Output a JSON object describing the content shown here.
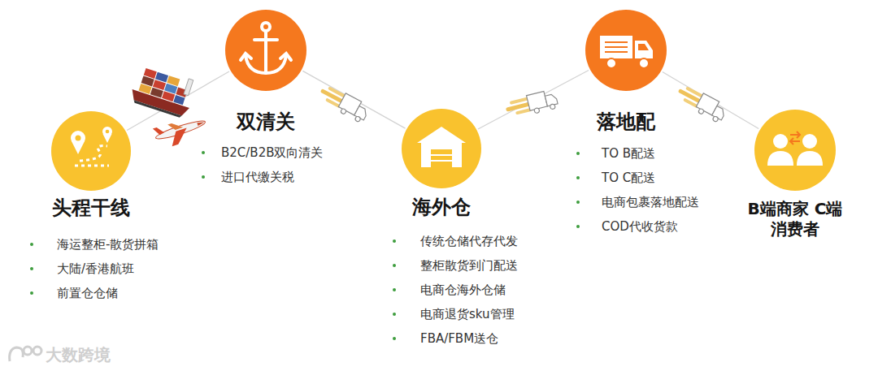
{
  "diagram": {
    "nodes": [
      {
        "text": [
          "头程干线",
          "海运整柜-散货拼箱",
          "大陆/香港航班",
          "前置仓仓储"
        ]
      },
      {
        "text": [
          "双清关",
          "B2C/B2B双向清关",
          "进口代缴关税"
        ]
      },
      {
        "text": [
          "海外仓",
          "传统仓储代存代发",
          "整柜散货到门配送",
          "电商仓海外仓储",
          "电商退货sku管理",
          "FBA/FBM送仓"
        ]
      },
      {
        "text": [
          "落地配",
          "TO B配送",
          "TO C配送",
          "电商包裹落地配送",
          "COD代收货款"
        ]
      },
      {
        "text": [
          "B端商家 C端消费者"
        ]
      }
    ],
    "edges": [
      {
        "from": 0,
        "to": 1,
        "arrow": "none"
      },
      {
        "from": 1,
        "to": 2,
        "arrow": "none"
      },
      {
        "from": 2,
        "to": 3,
        "arrow": "none"
      },
      {
        "from": 3,
        "to": 4,
        "arrow": "none"
      }
    ],
    "labels": [
      "大数跨境"
    ]
  }
}
